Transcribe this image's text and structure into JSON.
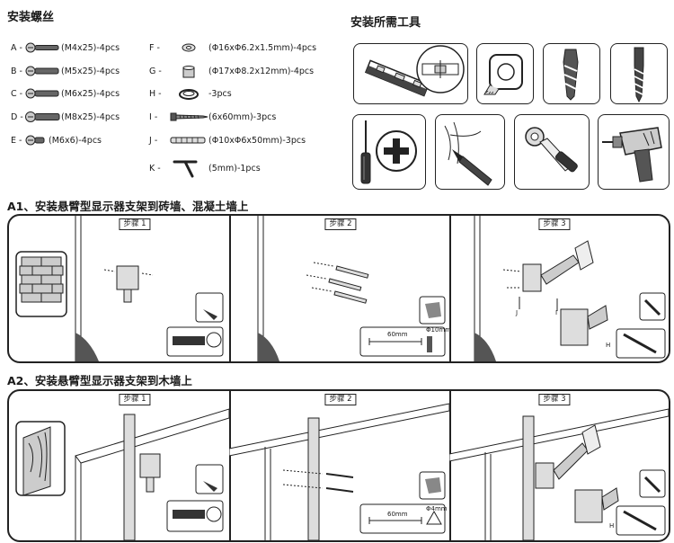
{
  "screws_title": "安装螺丝",
  "tools_title": "安装所需工具",
  "parts_left": [
    {
      "letter": "A -",
      "spec": "(M4x25)-4pcs",
      "icon": "bolt-icon"
    },
    {
      "letter": "B -",
      "spec": "(M5x25)-4pcs",
      "icon": "bolt-icon"
    },
    {
      "letter": "C -",
      "spec": "(M6x25)-4pcs",
      "icon": "bolt-icon"
    },
    {
      "letter": "D -",
      "spec": "(M8x25)-4pcs",
      "icon": "bolt-icon"
    },
    {
      "letter": "E -",
      "spec": "(M6x6)-4pcs",
      "icon": "short-bolt-icon"
    }
  ],
  "parts_right": [
    {
      "letter": "F -",
      "spec": "(Φ16xΦ6.2x1.5mm)-4pcs",
      "icon": "washer-icon"
    },
    {
      "letter": "G -",
      "spec": "(Φ17xΦ8.2x12mm)-4pcs",
      "icon": "spacer-icon"
    },
    {
      "letter": "H -",
      "spec": "-3pcs",
      "icon": "ring-icon"
    },
    {
      "letter": "I -",
      "spec": "(6x60mm)-3pcs",
      "icon": "lag-screw-icon"
    },
    {
      "letter": "J -",
      "spec": "(Φ10xΦ6x50mm)-3pcs",
      "icon": "anchor-icon"
    },
    {
      "letter": "K -",
      "spec": "(5mm)-1pcs",
      "icon": "hex-key-icon"
    }
  ],
  "section_a1": "A1、安装悬臂型显示器支架到砖墙、混凝土墙上",
  "section_a2": "A2、安装悬臂型显示器支架到木墙上",
  "steps": [
    "步骤 1",
    "步骤 2",
    "步骤 3"
  ],
  "a1_step2_depth": "60mm",
  "a1_step2_bit": "Φ10mm",
  "a2_step2_depth": "60mm",
  "a2_step2_bit": "Φ4mm",
  "label_j": "J",
  "label_i": "I",
  "label_h": "H"
}
